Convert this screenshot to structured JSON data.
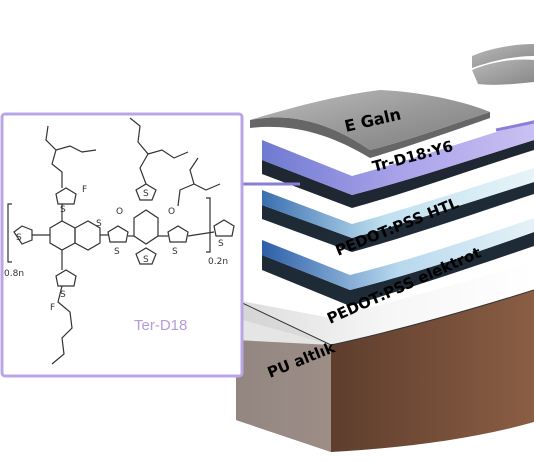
{
  "molecule": {
    "name": "Ter-D18",
    "subscript_left": "0.8n",
    "subscript_right": "0.2n",
    "atoms": {
      "S": "S",
      "O": "O",
      "F": "F"
    }
  },
  "layers": [
    {
      "id": "e-galn",
      "label": "E Galn"
    },
    {
      "id": "tr-d18-y6",
      "label": "Tr-D18:Y6"
    },
    {
      "id": "pedot-htl",
      "label": "PEDOT:PSS HTL"
    },
    {
      "id": "pedot-electrode",
      "label": "PEDOT:PSS elektrot"
    },
    {
      "id": "pu-substrate",
      "label": "PU altlık"
    }
  ],
  "colors": {
    "molecule_frame": "#b8a6e6",
    "molecule_label": "#b39cdc",
    "arrow": "#8a7fd6",
    "galn": "#a8a8a8",
    "active_layer": "#8d88df",
    "pedot": "#2c3a4a",
    "substrate_top": "#e7e7e7",
    "substrate_side": "#6e4a36"
  }
}
